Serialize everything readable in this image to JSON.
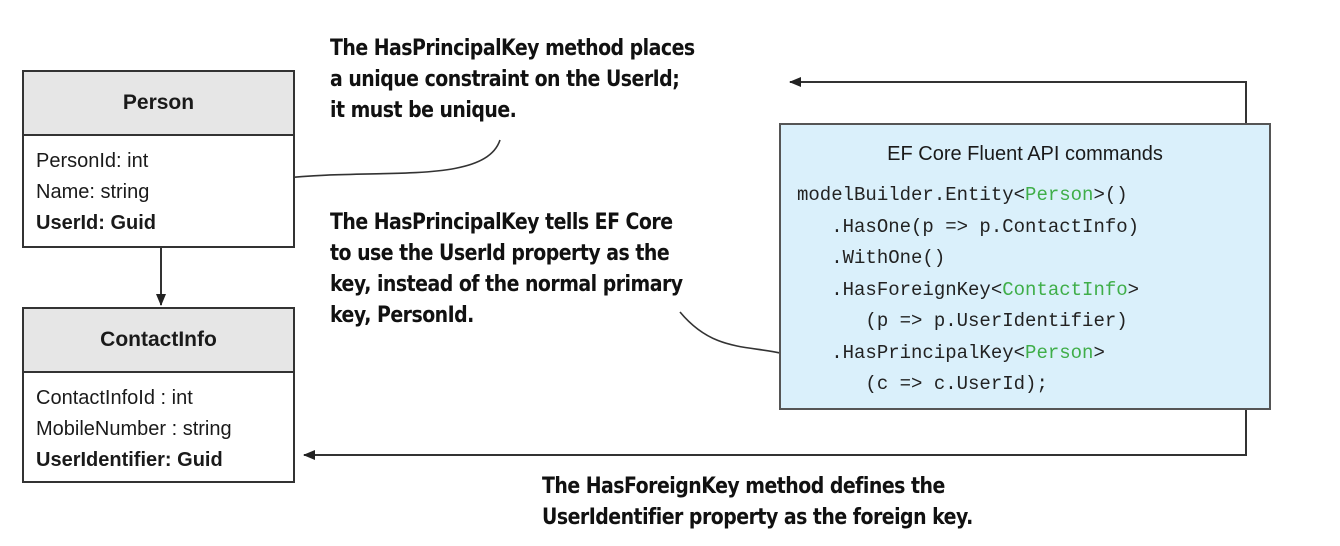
{
  "person": {
    "title": "Person",
    "fields": [
      "PersonId: int",
      "Name: string",
      "UserId: Guid"
    ]
  },
  "contact": {
    "title": "ContactInfo",
    "fields": [
      "ContactInfoId : int",
      "MobileNumber : string",
      "UserIdentifier: Guid"
    ]
  },
  "notes": {
    "principal_unique": [
      "The HasPrincipalKey method places",
      "a unique constraint on the UserId;",
      "it must be unique."
    ],
    "principal_key": [
      "The HasPrincipalKey tells EF Core",
      "to use the UserId property as the",
      "key, instead of the normal primary",
      "key, PersonId."
    ],
    "foreign_key": [
      "The HasForeignKey method defines the",
      "UserIdentifier property as the foreign key."
    ]
  },
  "code_box": {
    "title": "EF Core Fluent API commands",
    "lines": [
      {
        "indent": "",
        "pre": "modelBuilder.Entity<",
        "type": "Person",
        "post": ">()"
      },
      {
        "indent": "   ",
        "pre": ".HasOne(p => p.ContactInfo)",
        "type": "",
        "post": ""
      },
      {
        "indent": "   ",
        "pre": ".WithOne()",
        "type": "",
        "post": ""
      },
      {
        "indent": "   ",
        "pre": ".HasForeignKey<",
        "type": "ContactInfo",
        "post": ">"
      },
      {
        "indent": "      ",
        "pre": "(p => p.UserIdentifier)",
        "type": "",
        "post": ""
      },
      {
        "indent": "   ",
        "pre": ".HasPrincipalKey<",
        "type": "Person",
        "post": ">"
      },
      {
        "indent": "      ",
        "pre": "(c => c.UserId);",
        "type": "",
        "post": ""
      }
    ]
  },
  "colors": {
    "type_highlight": "#3fae49",
    "code_box_bg": "#daf0fb",
    "entity_header_bg": "#e6e6e6",
    "line": "#333333"
  }
}
